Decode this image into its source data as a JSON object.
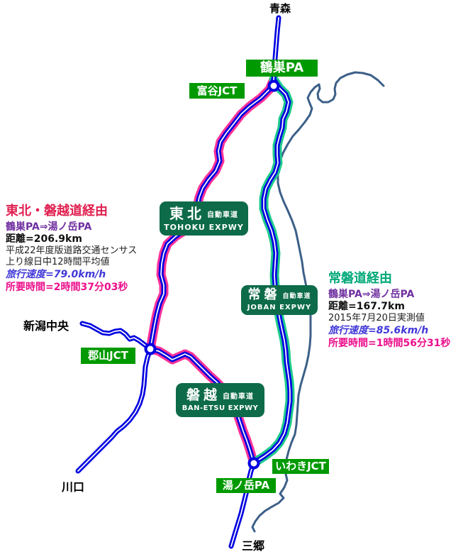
{
  "cities": [
    {
      "name": "aomori",
      "label": "青森"
    },
    {
      "name": "niigata-chuo",
      "label": "新潟中央"
    },
    {
      "name": "kawaguchi",
      "label": "川口"
    },
    {
      "name": "misato",
      "label": "三郷"
    }
  ],
  "stations": [
    {
      "name": "tsurusu-pa",
      "label": "鶴巣PA"
    },
    {
      "name": "tomiya-jct",
      "label": "富谷JCT"
    },
    {
      "name": "koriyama-jct",
      "label": "郡山JCT"
    },
    {
      "name": "iwaki-jct",
      "label": "いわきJCT"
    },
    {
      "name": "yunodake-pa",
      "label": "湯ノ岳PA"
    }
  ],
  "expressway_shields": [
    {
      "name": "tohoku",
      "kanji": "東北",
      "suffix": "自動車道",
      "romaji": "TOHOKU EXPWY"
    },
    {
      "name": "joban",
      "kanji": "常磐",
      "suffix": "自動車道",
      "romaji": "JOBAN EXPWY"
    },
    {
      "name": "banetsu",
      "kanji": "磐越",
      "suffix": "自動車道",
      "romaji": "BAN-ETSU EXPWY"
    }
  ],
  "route_info_left": {
    "title": "東北・磐越道経由",
    "section": "鶴巣PA⇒湯ノ岳PA",
    "distance": "距離=206.9km",
    "note1": "平成22年度版道路交通センサス",
    "note2": "上り線日中12時間平均値",
    "speed": "旅行速度=79.0km/h",
    "duration": "所要時間=2時間37分03秒"
  },
  "route_info_right": {
    "title": "常磐道経由",
    "section": "鶴巣PA⇒湯ノ岳PA",
    "distance": "距離=167.7km",
    "note1": "2015年7月20日実測値",
    "speed": "旅行速度=85.6km/h",
    "duration": "所要時間=1時間56分31秒"
  },
  "colors": {
    "road_blue": "#0000e0",
    "road_centerline": "#ffffff",
    "tohoku_banetsu_route": "#ff3399",
    "joban_route": "#1fcc8c",
    "coastline": "#3c5f88",
    "station_label_bg": "#009a00",
    "shield_bg": "#0d6b49",
    "left_title": "#e02050",
    "right_title": "#00a878",
    "section_purple": "#7030a0",
    "speed_blue": "#4038d8",
    "duration_magenta": "#ec0f8c"
  }
}
